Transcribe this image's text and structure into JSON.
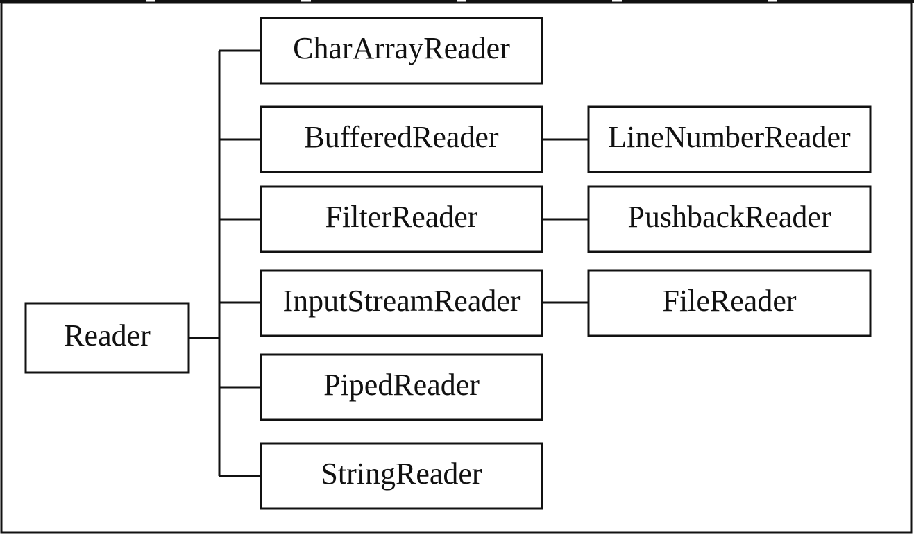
{
  "diagram": {
    "root": {
      "label": "Reader"
    },
    "children": [
      {
        "label": "CharArrayReader"
      },
      {
        "label": "BufferedReader",
        "subclass": "LineNumberReader"
      },
      {
        "label": "FilterReader",
        "subclass": "PushbackReader"
      },
      {
        "label": "InputStreamReader",
        "subclass": "FileReader"
      },
      {
        "label": "PipedReader"
      },
      {
        "label": "StringReader"
      }
    ]
  }
}
